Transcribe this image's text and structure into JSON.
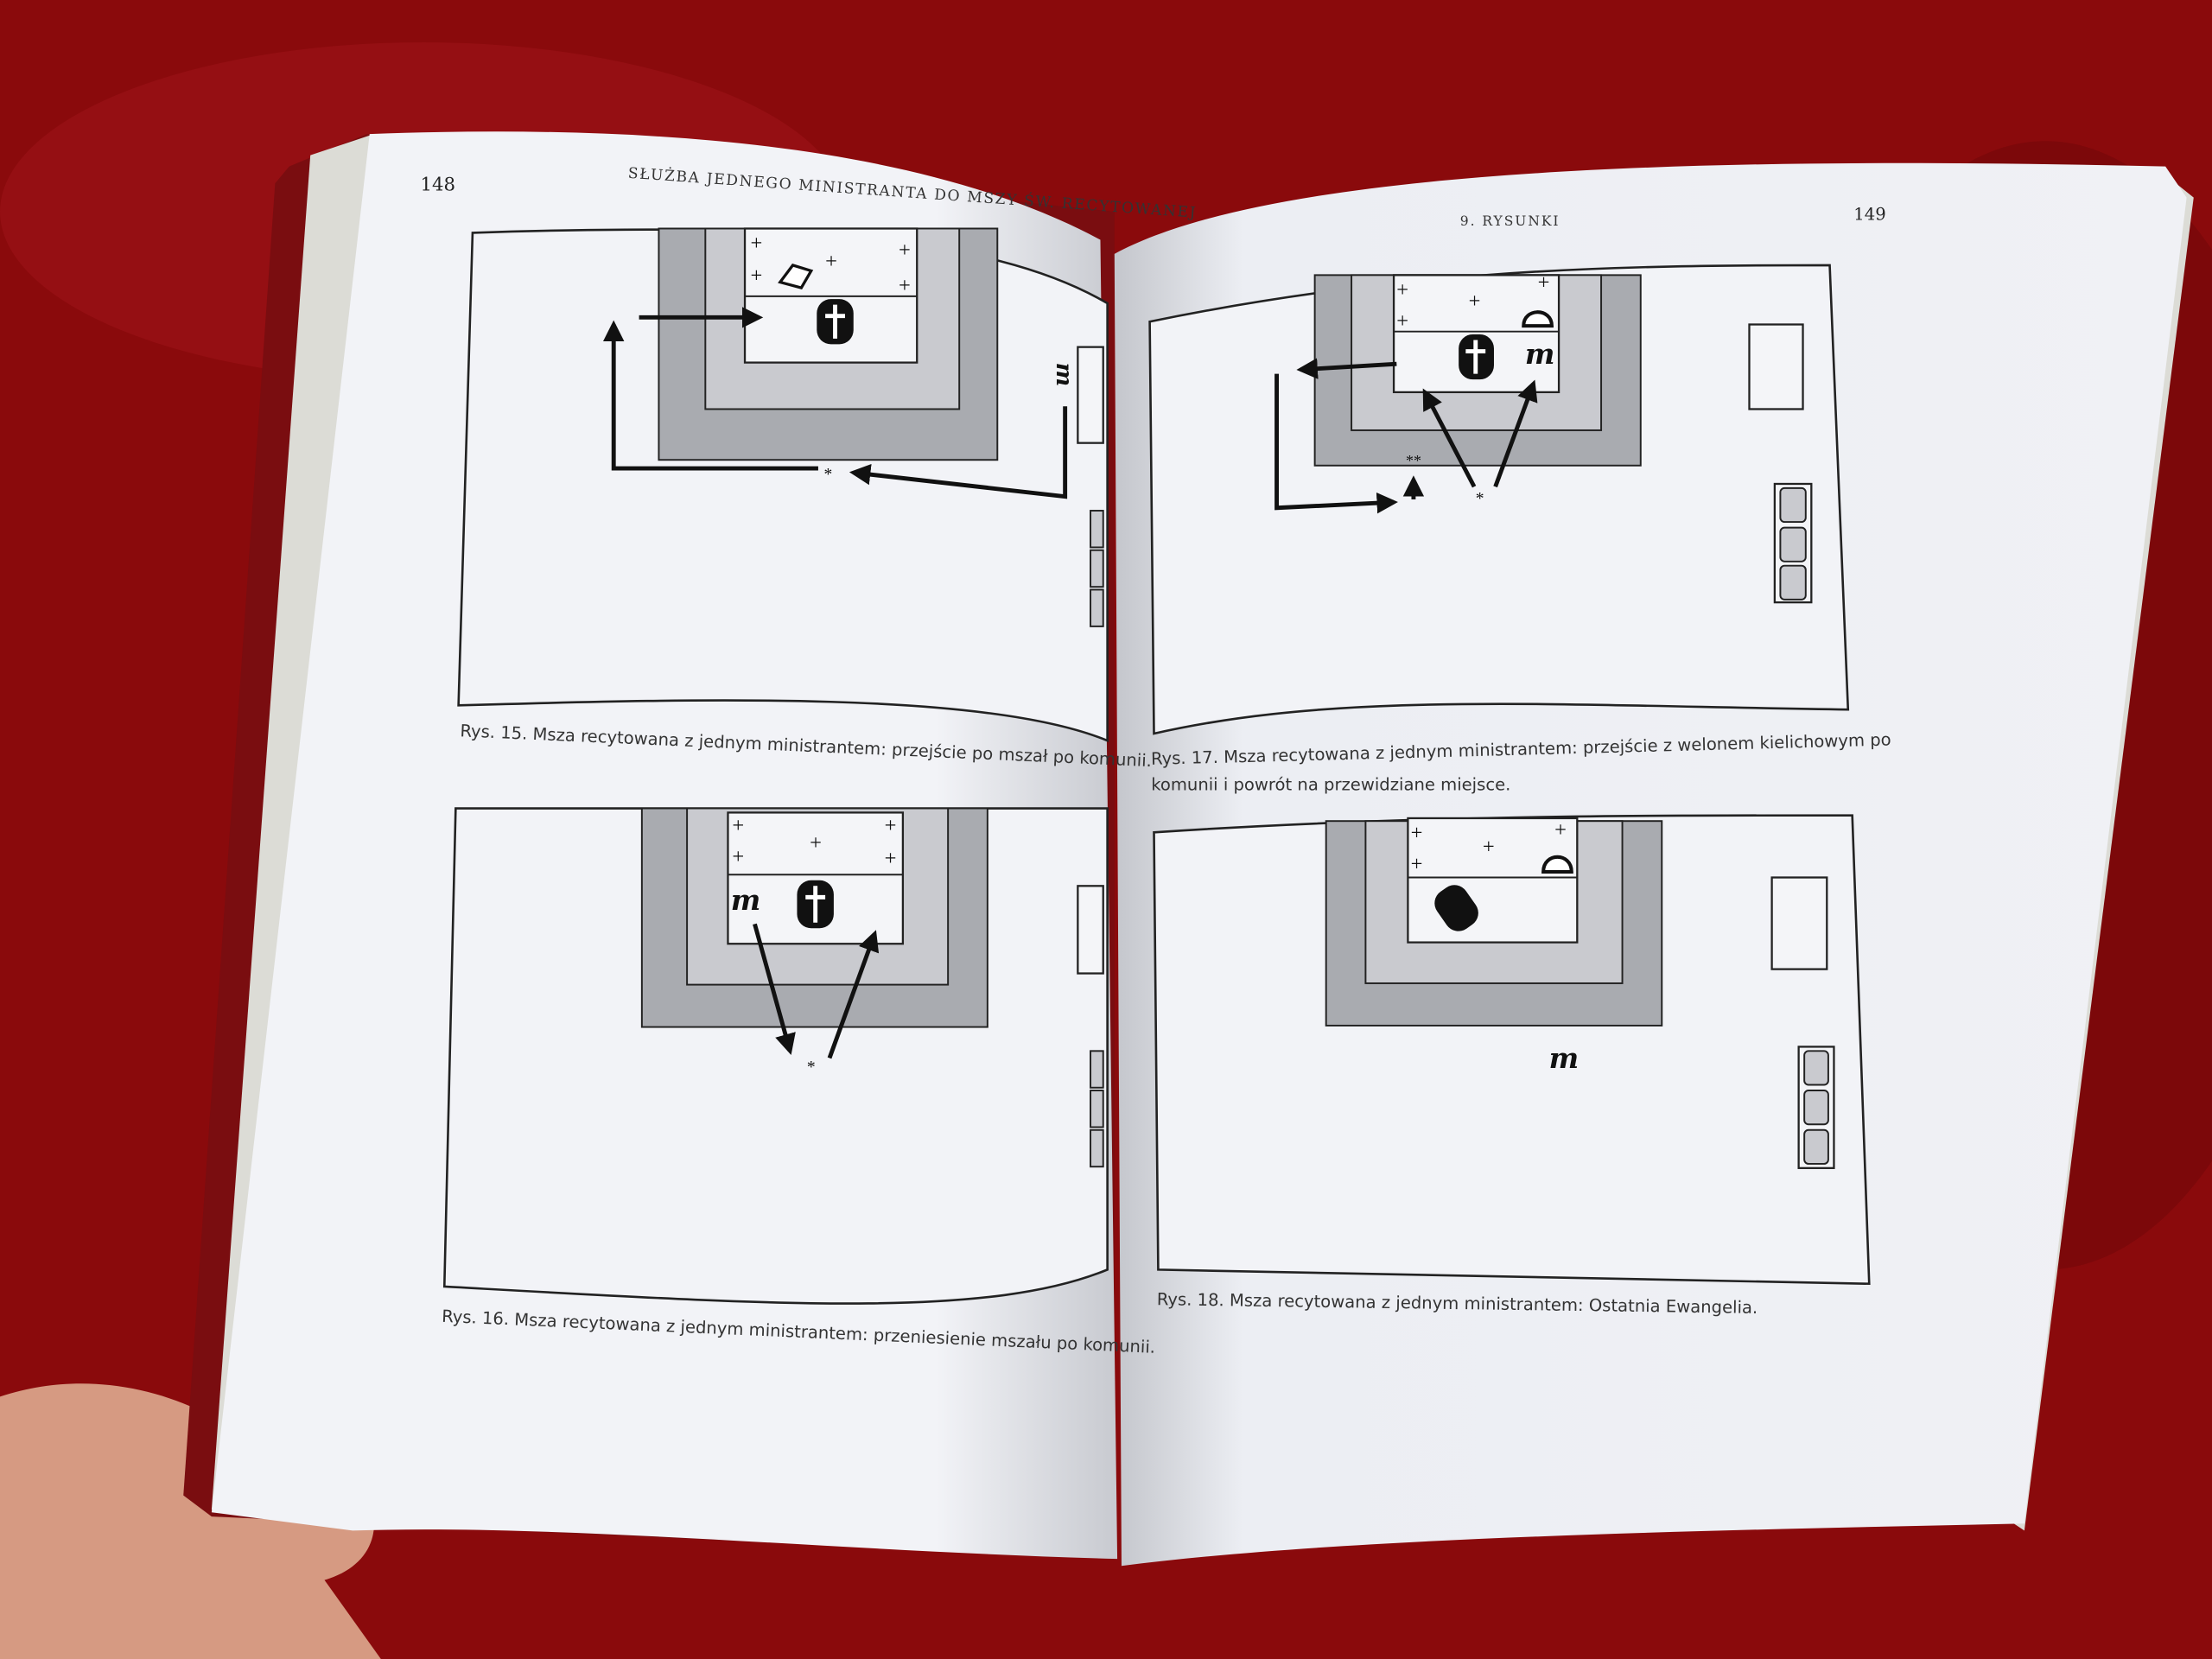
{
  "left_page": {
    "page_number": "148",
    "running_head": "SŁUŻBA JEDNEGO MINISTRANTA DO MSZY ŚW. RECYTOWANEJ",
    "figures": [
      {
        "caption": "Rys. 15. Msza recytowana z jednym ministrantem: przejście po mszał po komunii."
      },
      {
        "caption": "Rys. 16. Msza recytowana z jednym ministrantem: przeniesienie mszału po komunii."
      }
    ]
  },
  "right_page": {
    "page_number": "149",
    "running_head": "9. RYSUNKI",
    "figures": [
      {
        "caption_line1": "Rys. 17. Msza recytowana z jednym ministrantem: przejście z welonem kielichowym po",
        "caption_line2": "komunii i powrót na przewidziane miejsce."
      },
      {
        "caption": "Rys. 18. Msza recytowana z jednym ministrantem: Ostatnia Ewangelia."
      }
    ]
  },
  "symbols": {
    "plus": "+",
    "minister": "m",
    "star": "*",
    "double_star": "**"
  },
  "colors": {
    "background": "#8a0a0c",
    "paper": "#f2f3f7",
    "step_dark": "#a9abb0",
    "step_light": "#c9cacf"
  }
}
